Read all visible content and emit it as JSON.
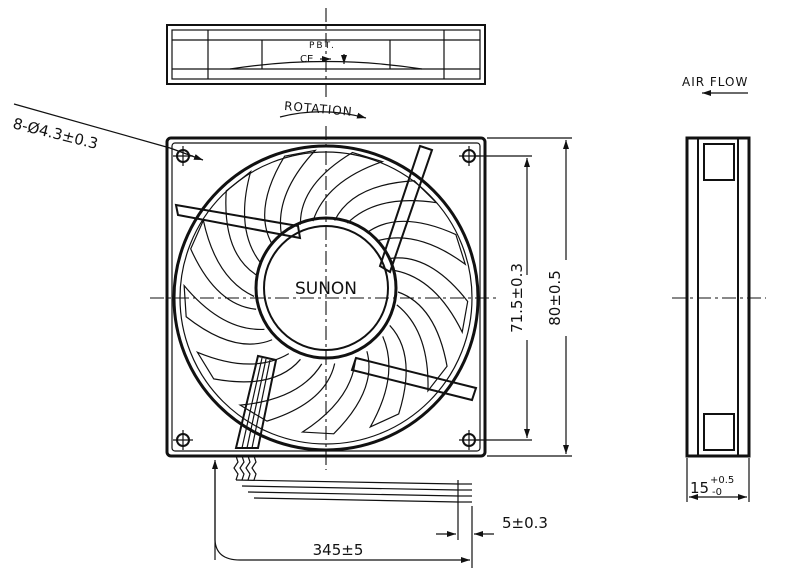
{
  "labels": {
    "hole_spec": "8-Ø4.3±0.3",
    "rotation": "ROTATION",
    "air_flow": "AIR FLOW",
    "brand": "SUNON",
    "dim_hole_pitch": "71.5±0.3",
    "dim_frame": "80±0.5",
    "dim_thickness_base": "15",
    "dim_thickness_tol_upper": "+0.5",
    "dim_thickness_tol_lower": "-0",
    "dim_cable_length": "345±5",
    "dim_strip": "5±0.3",
    "label_pbt": "PBT.",
    "label_ce": "CE"
  },
  "colors": {
    "line": "#111111",
    "background": "#ffffff"
  }
}
